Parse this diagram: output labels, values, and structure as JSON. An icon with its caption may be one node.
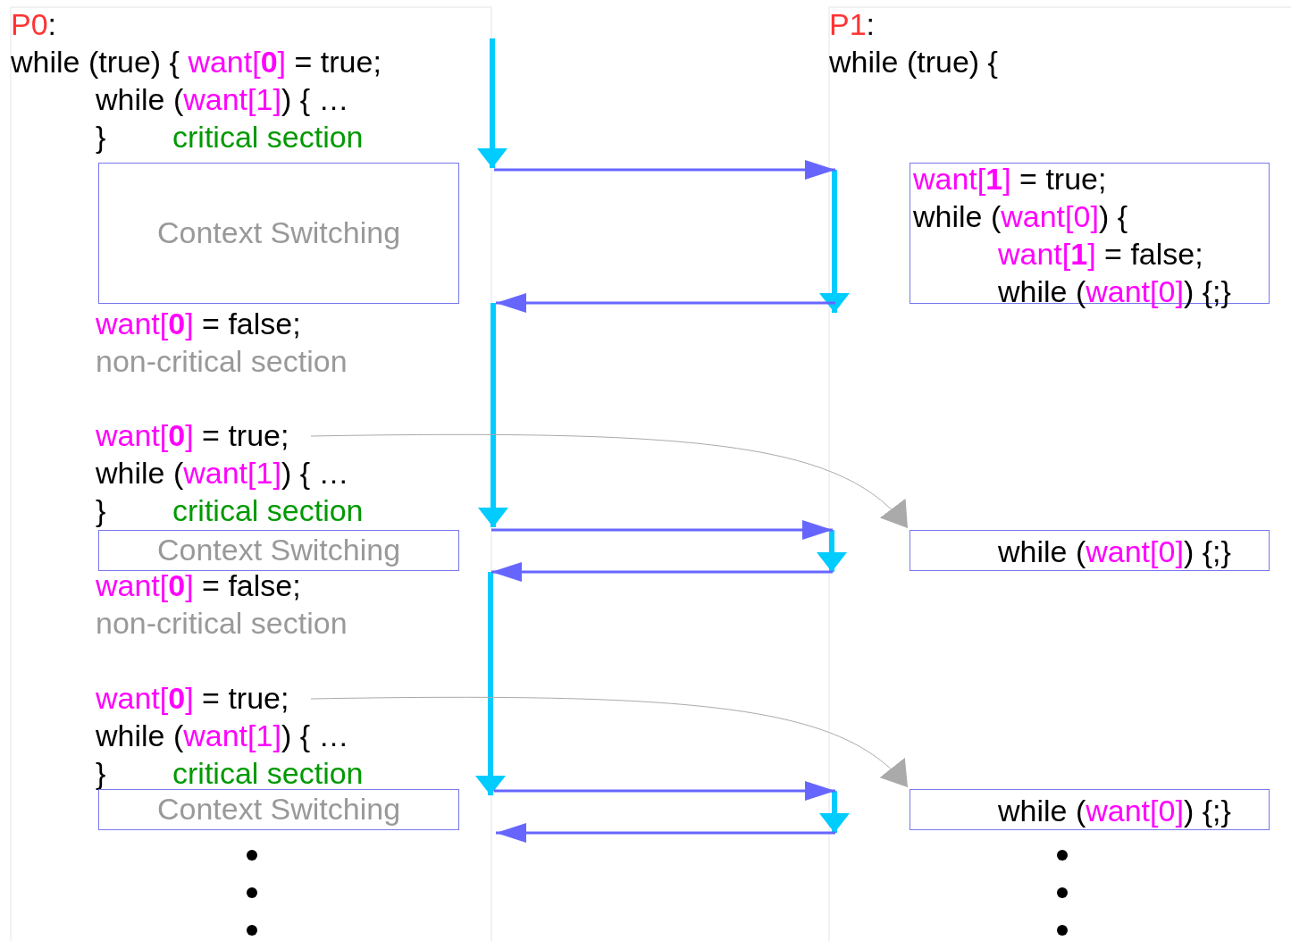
{
  "diagram": {
    "nodes": [
      {
        "text": [
          "Context Switching"
        ]
      },
      {
        "text": [
          "want[**1**] = true;",
          "while (want[0]) {",
          "want[**1**] = false;",
          "while (want[0]) {;}"
        ]
      },
      {
        "text": [
          "want[**0**] = true;"
        ]
      },
      {
        "text": [
          "Context Switching"
        ]
      },
      {
        "text": [
          "while (want[0]) {;}"
        ]
      },
      {
        "text": [
          "want[**0**] = true;"
        ]
      },
      {
        "text": [
          "Context Switching"
        ]
      },
      {
        "text": [
          "while (want[0]) {;}"
        ]
      }
    ],
    "edges": [
      {
        "from": 2,
        "to": 4,
        "arrow": "to",
        "color": "#aaaaaa"
      },
      {
        "from": 5,
        "to": 7,
        "arrow": "to",
        "color": "#aaaaaa"
      }
    ],
    "labels": [
      "P0:",
      "while (true) { want[**0**] = true;",
      "while (want[1]) { …",
      "}",
      "critical section",
      "P1:",
      "while (true) {",
      "want[**0**] = false;",
      "non-critical section",
      "while (want[1]) { …",
      "}",
      "critical section",
      "want[**0**] = false;",
      "non-critical section",
      "while (want[1]) { …",
      "}",
      "critical section"
    ]
  }
}
